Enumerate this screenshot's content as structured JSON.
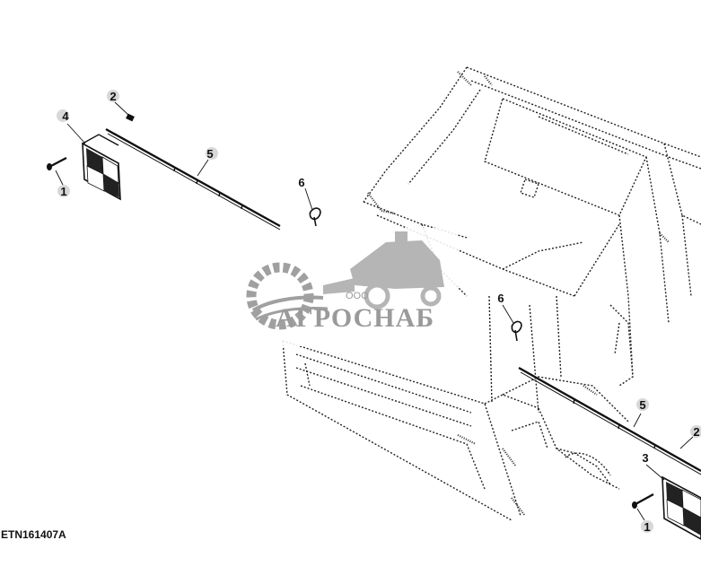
{
  "figure_id": "ETN161407A",
  "watermark": {
    "brand": "АГРОСНАБ",
    "prefix": "ООО"
  },
  "callouts": {
    "c1_left": "1",
    "c2_left": "2",
    "c4_left": "4",
    "c5_left": "5",
    "c6_upper": "6",
    "c6_center": "6",
    "c5_right": "5",
    "c2_right": "2",
    "c3_right": "3",
    "c1_right": "1"
  }
}
